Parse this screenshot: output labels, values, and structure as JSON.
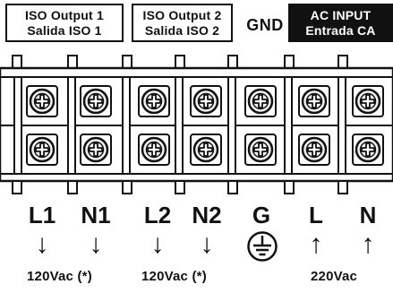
{
  "headers": {
    "iso1": {
      "line1": "ISO Output 1",
      "line2": "Salida ISO 1"
    },
    "iso2": {
      "line1": "ISO Output 2",
      "line2": "Salida ISO 2"
    },
    "gnd": "GND",
    "ac": {
      "line1": "AC INPUT",
      "line2": "Entrada CA"
    }
  },
  "terminals": [
    {
      "label": "L1",
      "arrow": "↓"
    },
    {
      "label": "N1",
      "arrow": "↓"
    },
    {
      "label": "L2",
      "arrow": "↓"
    },
    {
      "label": "N2",
      "arrow": "↓"
    },
    {
      "label": "G",
      "arrow": ""
    },
    {
      "label": "L",
      "arrow": "↑"
    },
    {
      "label": "N",
      "arrow": "↑"
    }
  ],
  "icons": {
    "ground": "ground-icon",
    "screw": "screw-icon"
  },
  "voltages": {
    "iso1": "120Vac (*)",
    "iso2": "120Vac (*)",
    "ac": "220Vac"
  },
  "colors": {
    "ink": "#111111",
    "paper": "#ffffff",
    "screw_fill": "#f2f2f2"
  }
}
